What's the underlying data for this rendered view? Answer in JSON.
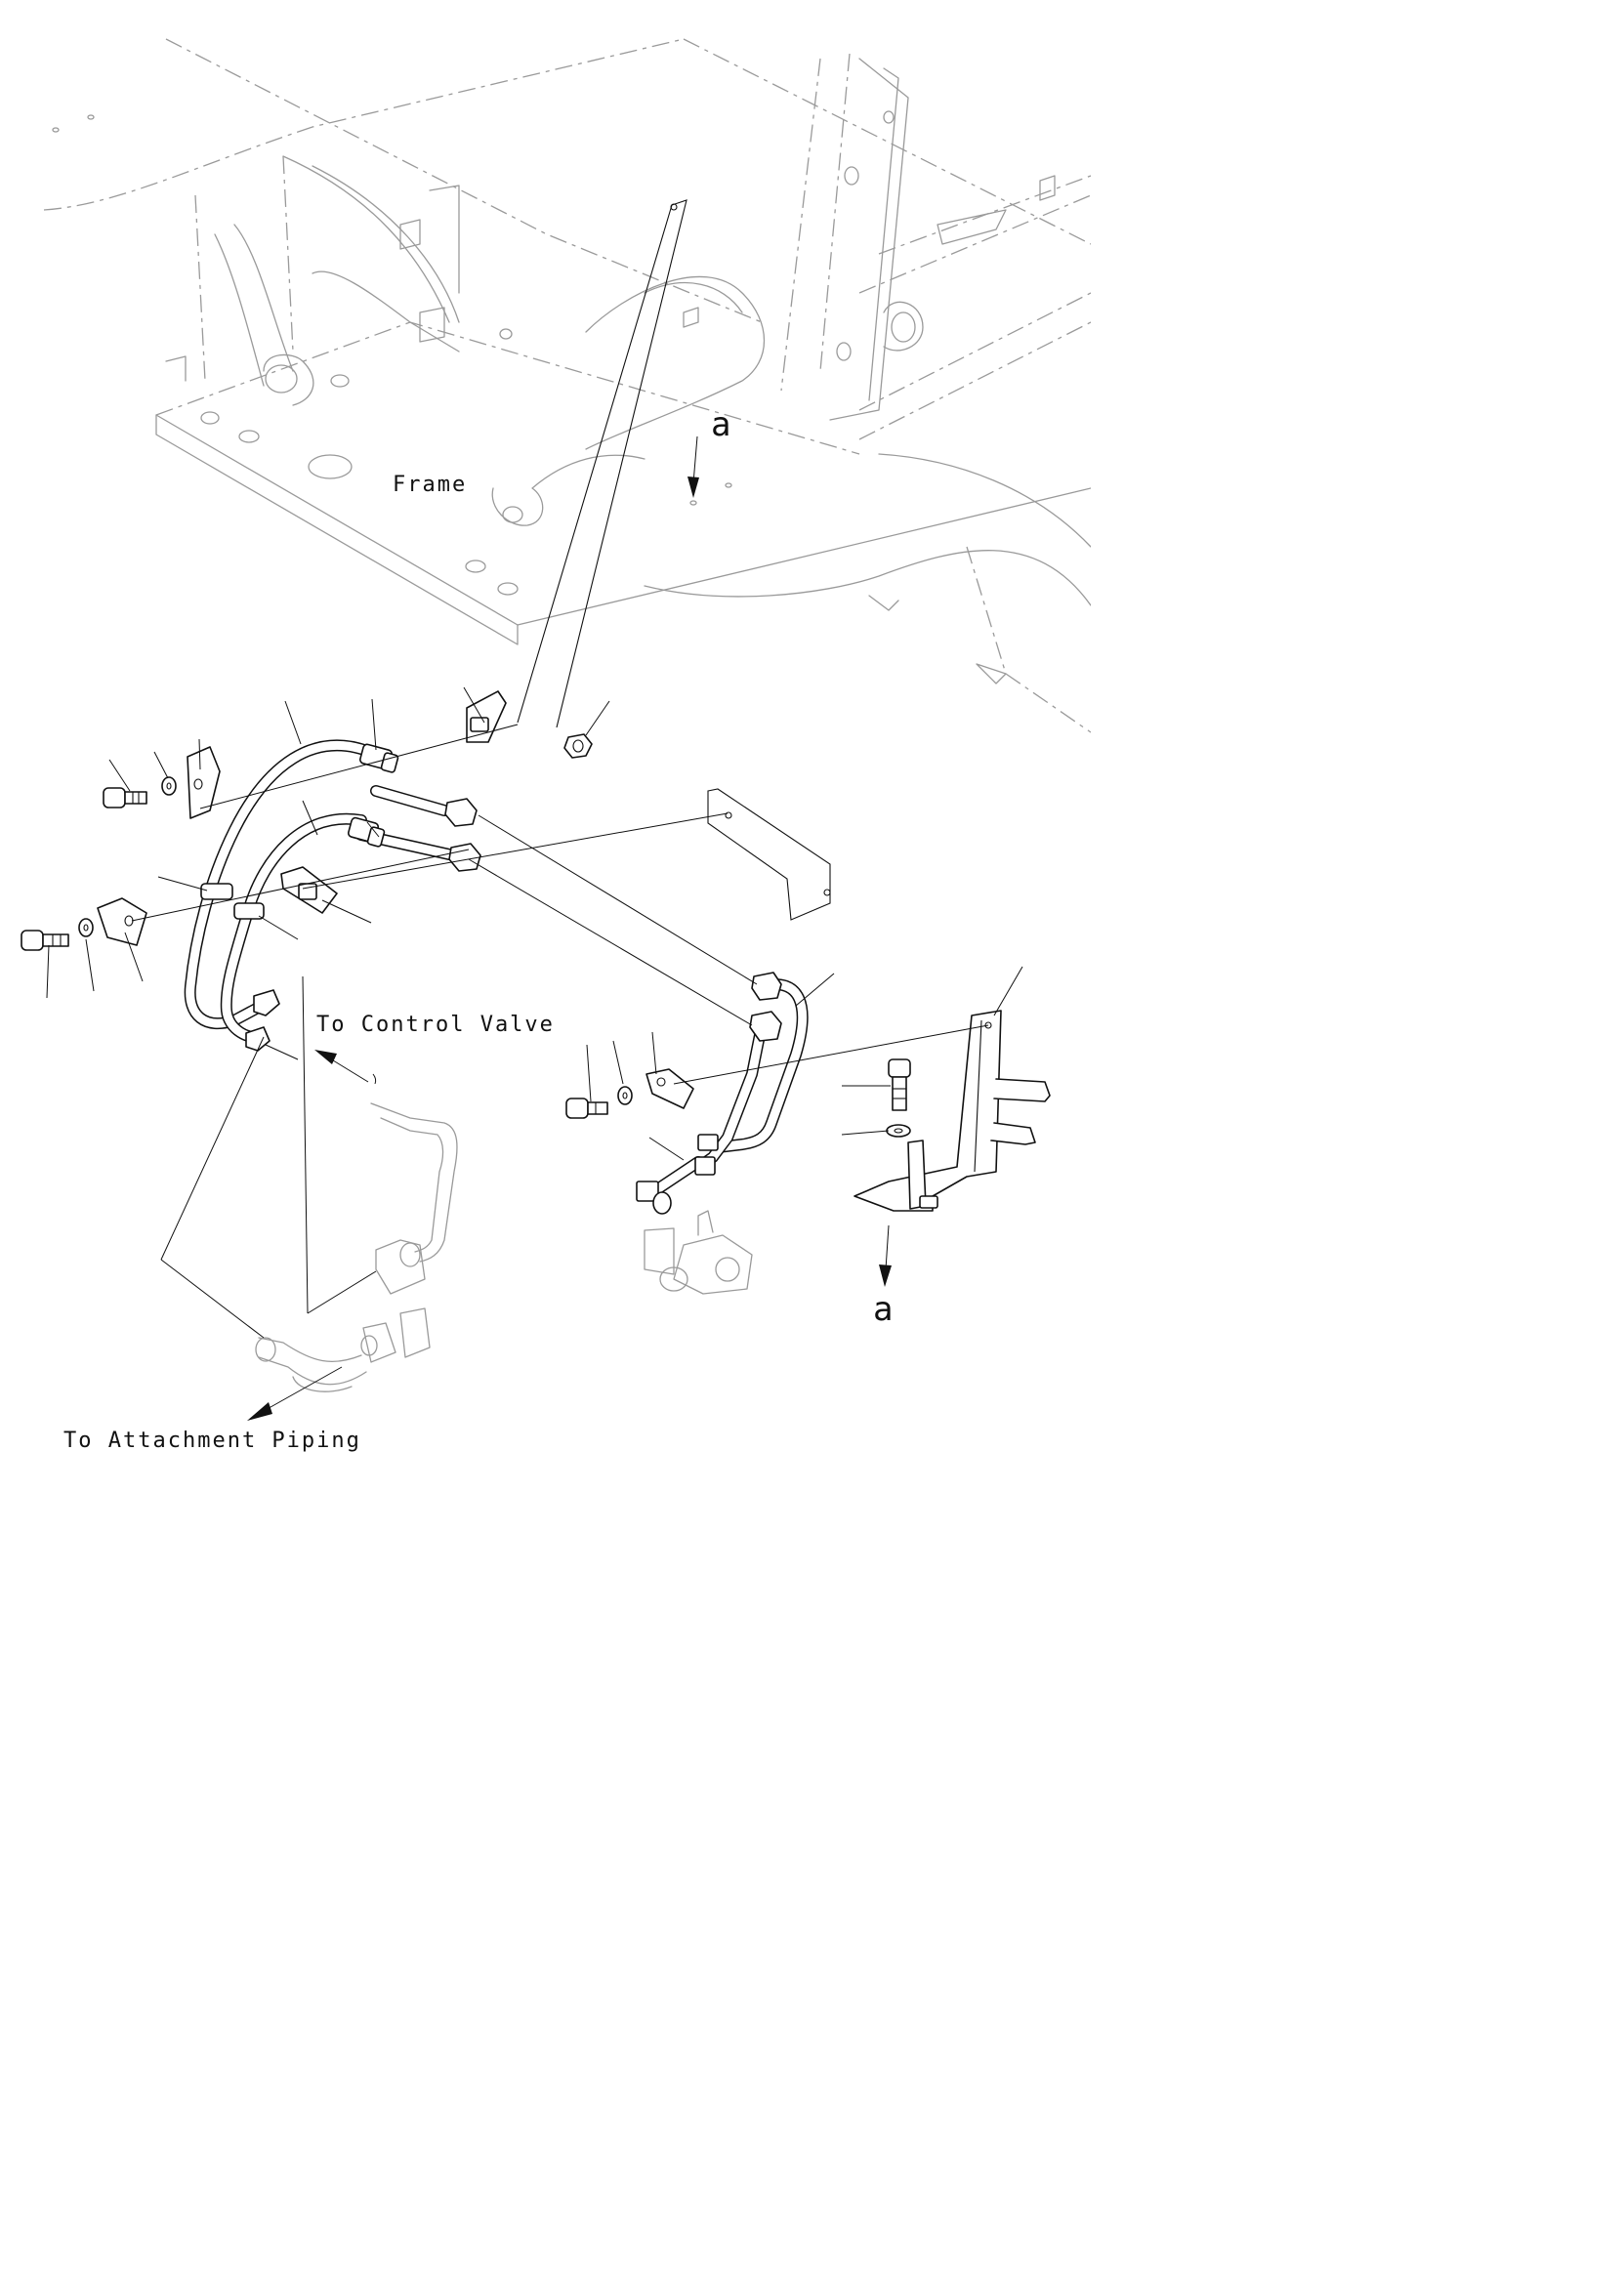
{
  "labels": {
    "frame": "Frame",
    "to_control_valve": "To Control Valve",
    "to_attachment_piping": "To Attachment Piping",
    "view_ref_top": "a",
    "view_ref_bottom": "a"
  }
}
